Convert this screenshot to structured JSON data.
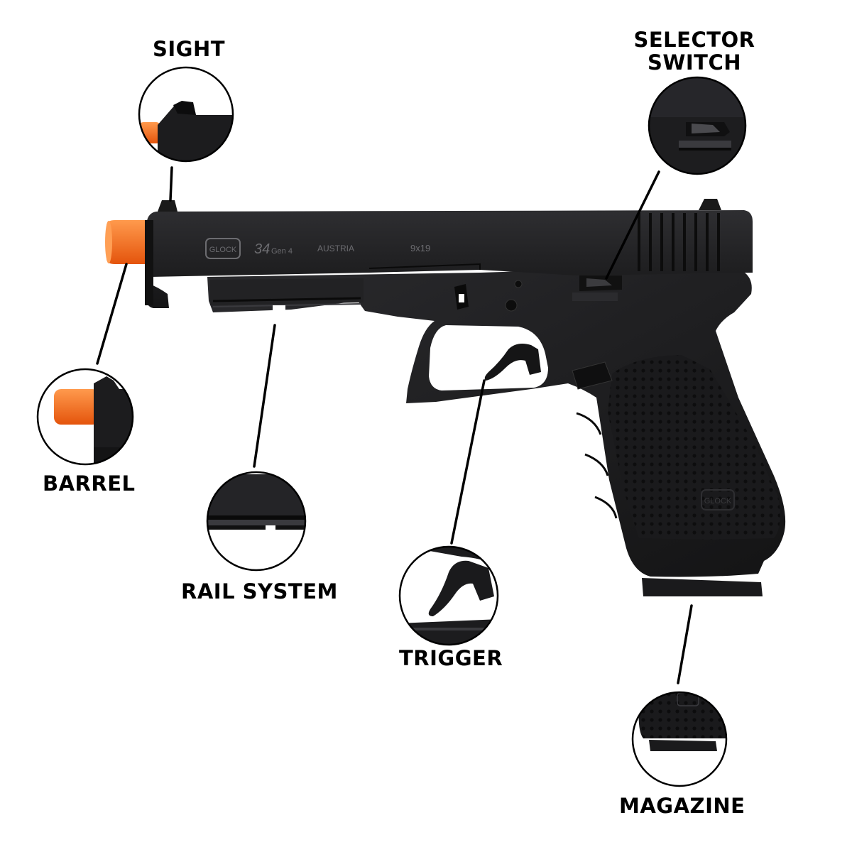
{
  "labels": {
    "sight": "SIGHT",
    "selector_switch_line1": "SELECTOR",
    "selector_switch_line2": "SWITCH",
    "barrel": "BARREL",
    "rail_system": "RAIL SYSTEM",
    "trigger": "TRIGGER",
    "magazine": "MAGAZINE"
  },
  "slide_markings": {
    "brand": "GLOCK",
    "model": "34",
    "generation": "Gen 4",
    "origin": "AUSTRIA",
    "caliber": "9x19"
  },
  "grip_logo": "GLOCK",
  "colors": {
    "body": "#1c1c1e",
    "body_light": "#2b2b2e",
    "tip": "#f26a1b",
    "line": "#000000",
    "background": "#ffffff"
  }
}
